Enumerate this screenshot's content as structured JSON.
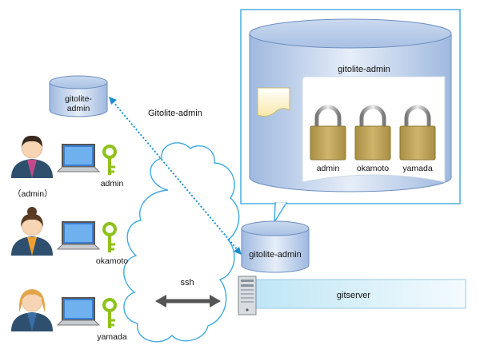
{
  "labels": {
    "local_repo": [
      "gitolite-",
      "admin"
    ],
    "link_label": "Gitolite-admin",
    "admin_note": "（admin）",
    "ssh": "ssh",
    "server_repo": "gitolite-admin",
    "gitserver": "gitserver",
    "big_repo_title": "gitolite-admin"
  },
  "users": [
    {
      "key_label": "admin",
      "shirt_color": "#c24a8a",
      "key_color": "#8ec21a"
    },
    {
      "key_label": "okamoto",
      "shirt_color": "#f0a030",
      "key_color": "#8ec21a"
    },
    {
      "key_label": "yamada",
      "shirt_color": "#3a6ea8",
      "key_color": "#8ec21a"
    }
  ],
  "locks": [
    {
      "label": "admin"
    },
    {
      "label": "okamoto"
    },
    {
      "label": "yamada"
    }
  ],
  "colors": {
    "cylinder_top": "#b8cdea",
    "cylinder_side": "#d3e1f3",
    "frame": "#4aaee0",
    "cloud_stroke": "#3fa9e0",
    "dotted_link": "#1a8fd0",
    "lock_body": "#bfa45a",
    "arrow": "#555555"
  }
}
